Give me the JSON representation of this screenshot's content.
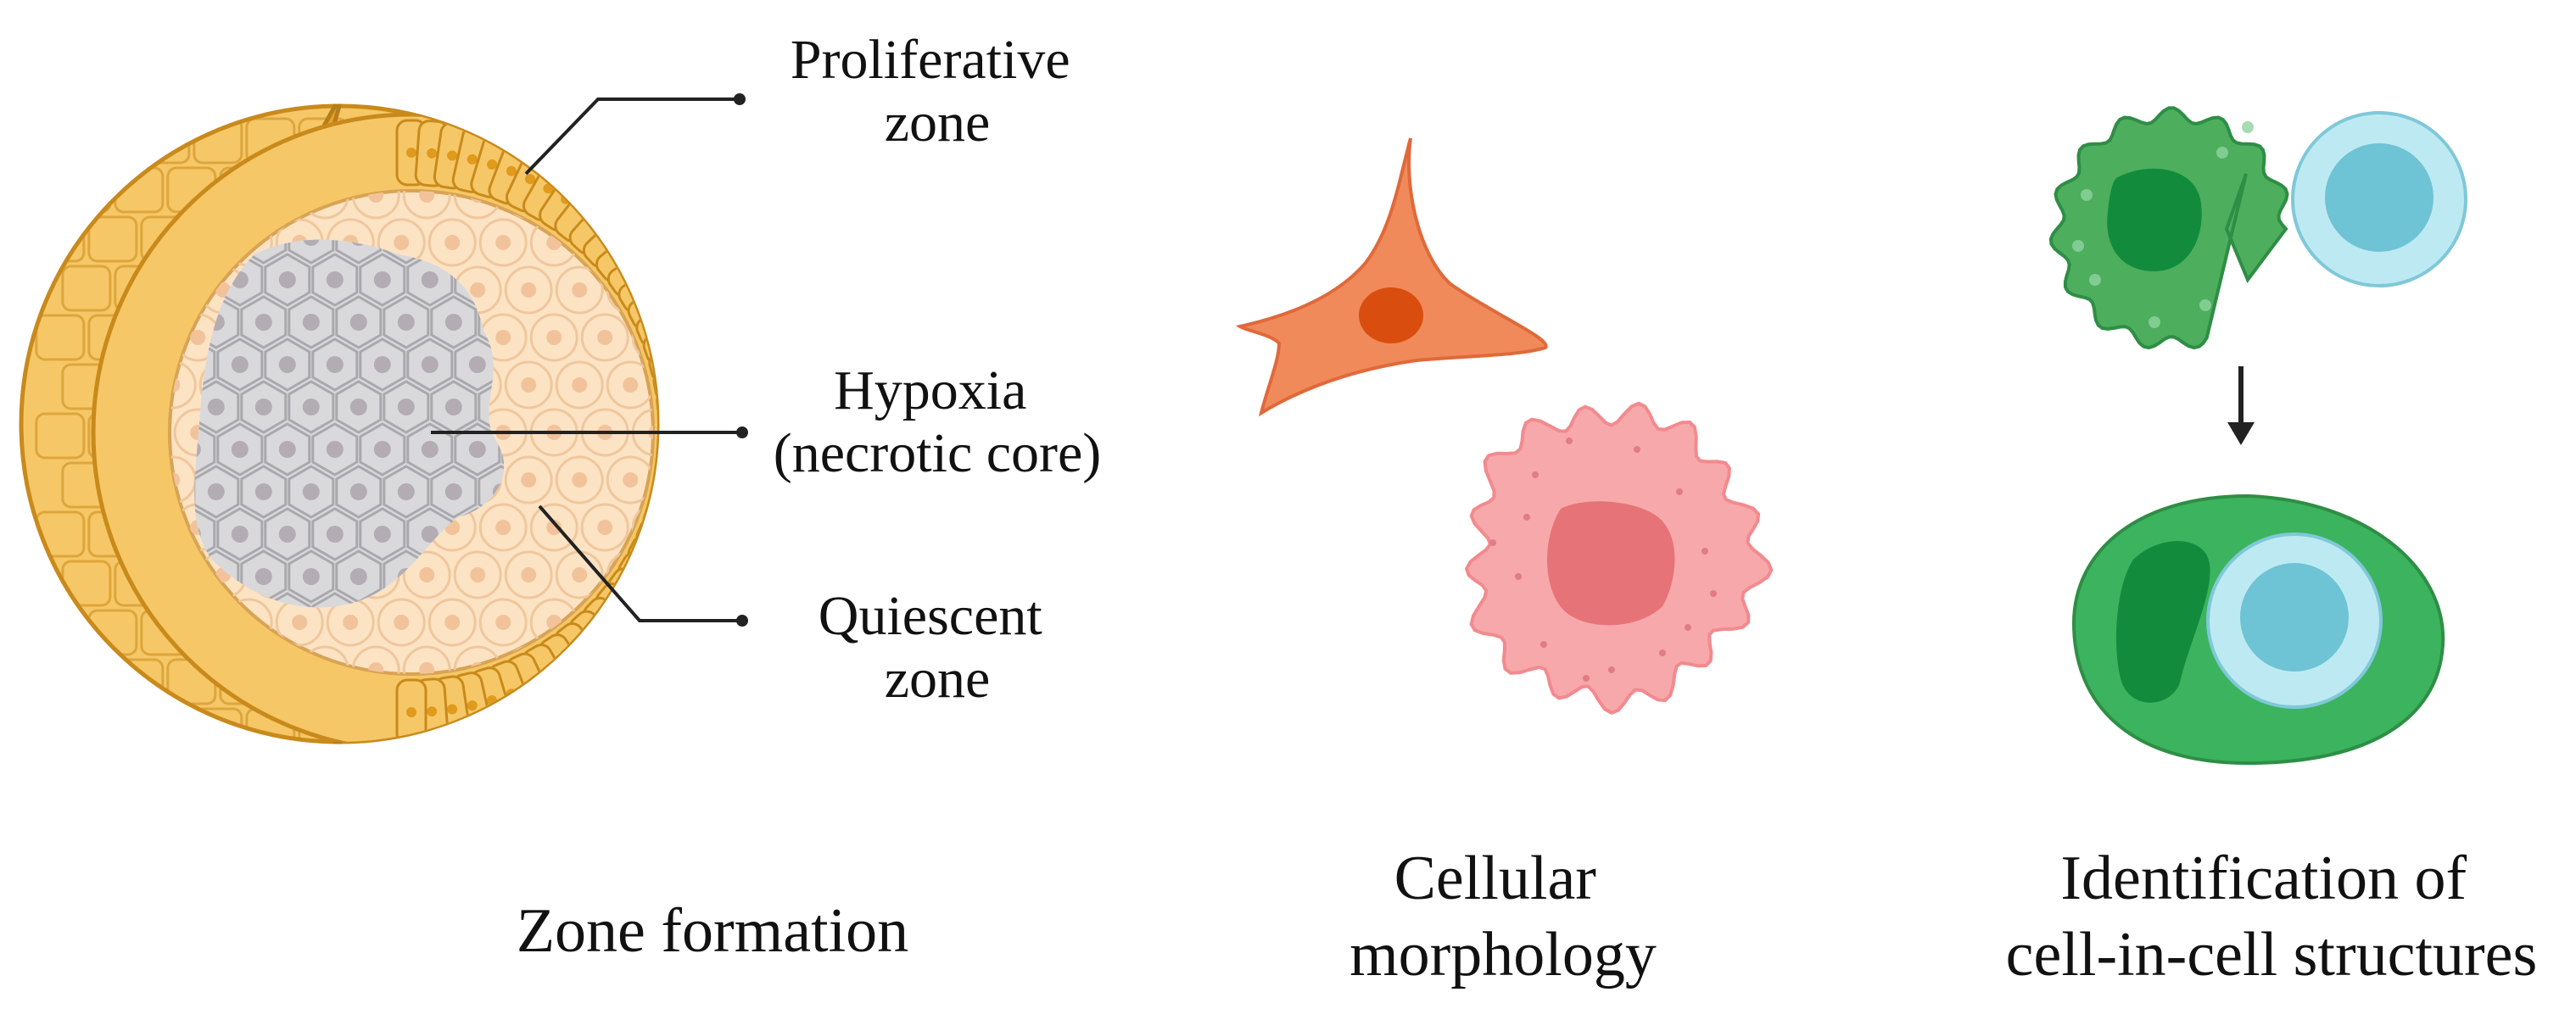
{
  "spheroid": {
    "labels": {
      "proliferative": [
        "Proliferative",
        "zone"
      ],
      "hypoxia": [
        "Hypoxia",
        "(necrotic core)"
      ],
      "quiescent": [
        "Quiescent",
        "zone"
      ]
    },
    "caption": [
      "Zone formation"
    ]
  },
  "morphology": {
    "caption": [
      "Cellular",
      "morphology"
    ]
  },
  "cell_in_cell": {
    "caption": [
      "Identification of",
      "cell-in-cell structures"
    ]
  },
  "colors": {
    "proliferative_cell": "#F6C766",
    "proliferative_edge": "#C98A1C",
    "quiescent_fill": "#FCE3C4",
    "quiescent_nucleus": "#F2C39A",
    "necrotic_cell": "#D9D9DB",
    "necrotic_nucleus": "#B3ADB3",
    "fibroblast": "#F08A5A",
    "fibroblast_nucleus": "#D94E0E",
    "round_cell": "#F7A8AA",
    "round_cell_nucleus": "#E67378",
    "host_cell": "#3CB35E",
    "host_nucleus": "#128C3C",
    "inner_cell": "#BDEAF2",
    "inner_nucleus": "#6EC3D4"
  }
}
